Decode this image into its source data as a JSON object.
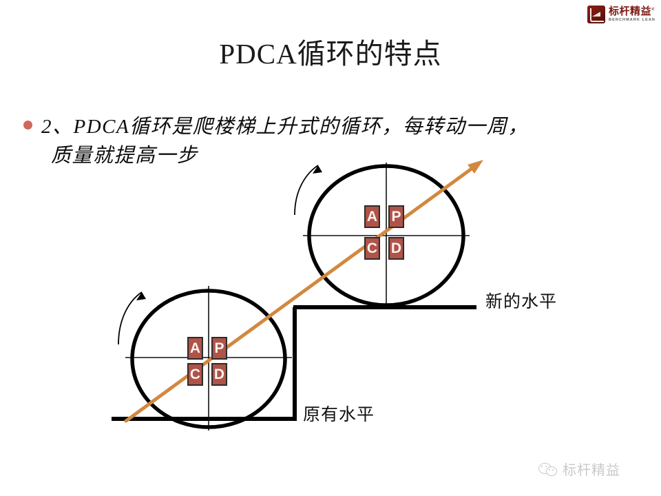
{
  "slide": {
    "title": "PDCA循环的特点",
    "background_color": "#ffffff"
  },
  "brand_logo": {
    "icon": "benchmark-lean-logo-icon",
    "name_cn": "标杆精益",
    "trademark": "®",
    "name_en": "BENCHMARK LEAN",
    "color": "#7d1a14"
  },
  "body": {
    "bullet_marker": "bullet-dot",
    "bullet_color": "#d1675a",
    "line1": "2、PDCA循环是爬楼梯上升式的循环，每转动一周，",
    "line2": "质量就提高一步"
  },
  "diagram": {
    "arrow_color": "#d2883f",
    "stroke_color": "#000000",
    "box_fill": "#b05348",
    "box_border": "#2b2b2b",
    "box_text_color": "#fbf3ef",
    "upper_circle": {
      "name": "upper-pdca-cycle",
      "quadrant_labels": [
        "A",
        "P",
        "C",
        "D"
      ],
      "rotation_arrow": "counter-clockwise-rotation-arrow"
    },
    "lower_circle": {
      "name": "lower-pdca-cycle",
      "quadrant_labels": [
        "A",
        "P",
        "C",
        "D"
      ],
      "rotation_arrow": "counter-clockwise-rotation-arrow"
    },
    "labels": {
      "new_level": "新的水平",
      "old_level": "原有水平"
    },
    "ascending_arrow": "ascending-improvement-arrow"
  },
  "footer": {
    "icon": "wechat-icon",
    "text": "标杆精益"
  }
}
